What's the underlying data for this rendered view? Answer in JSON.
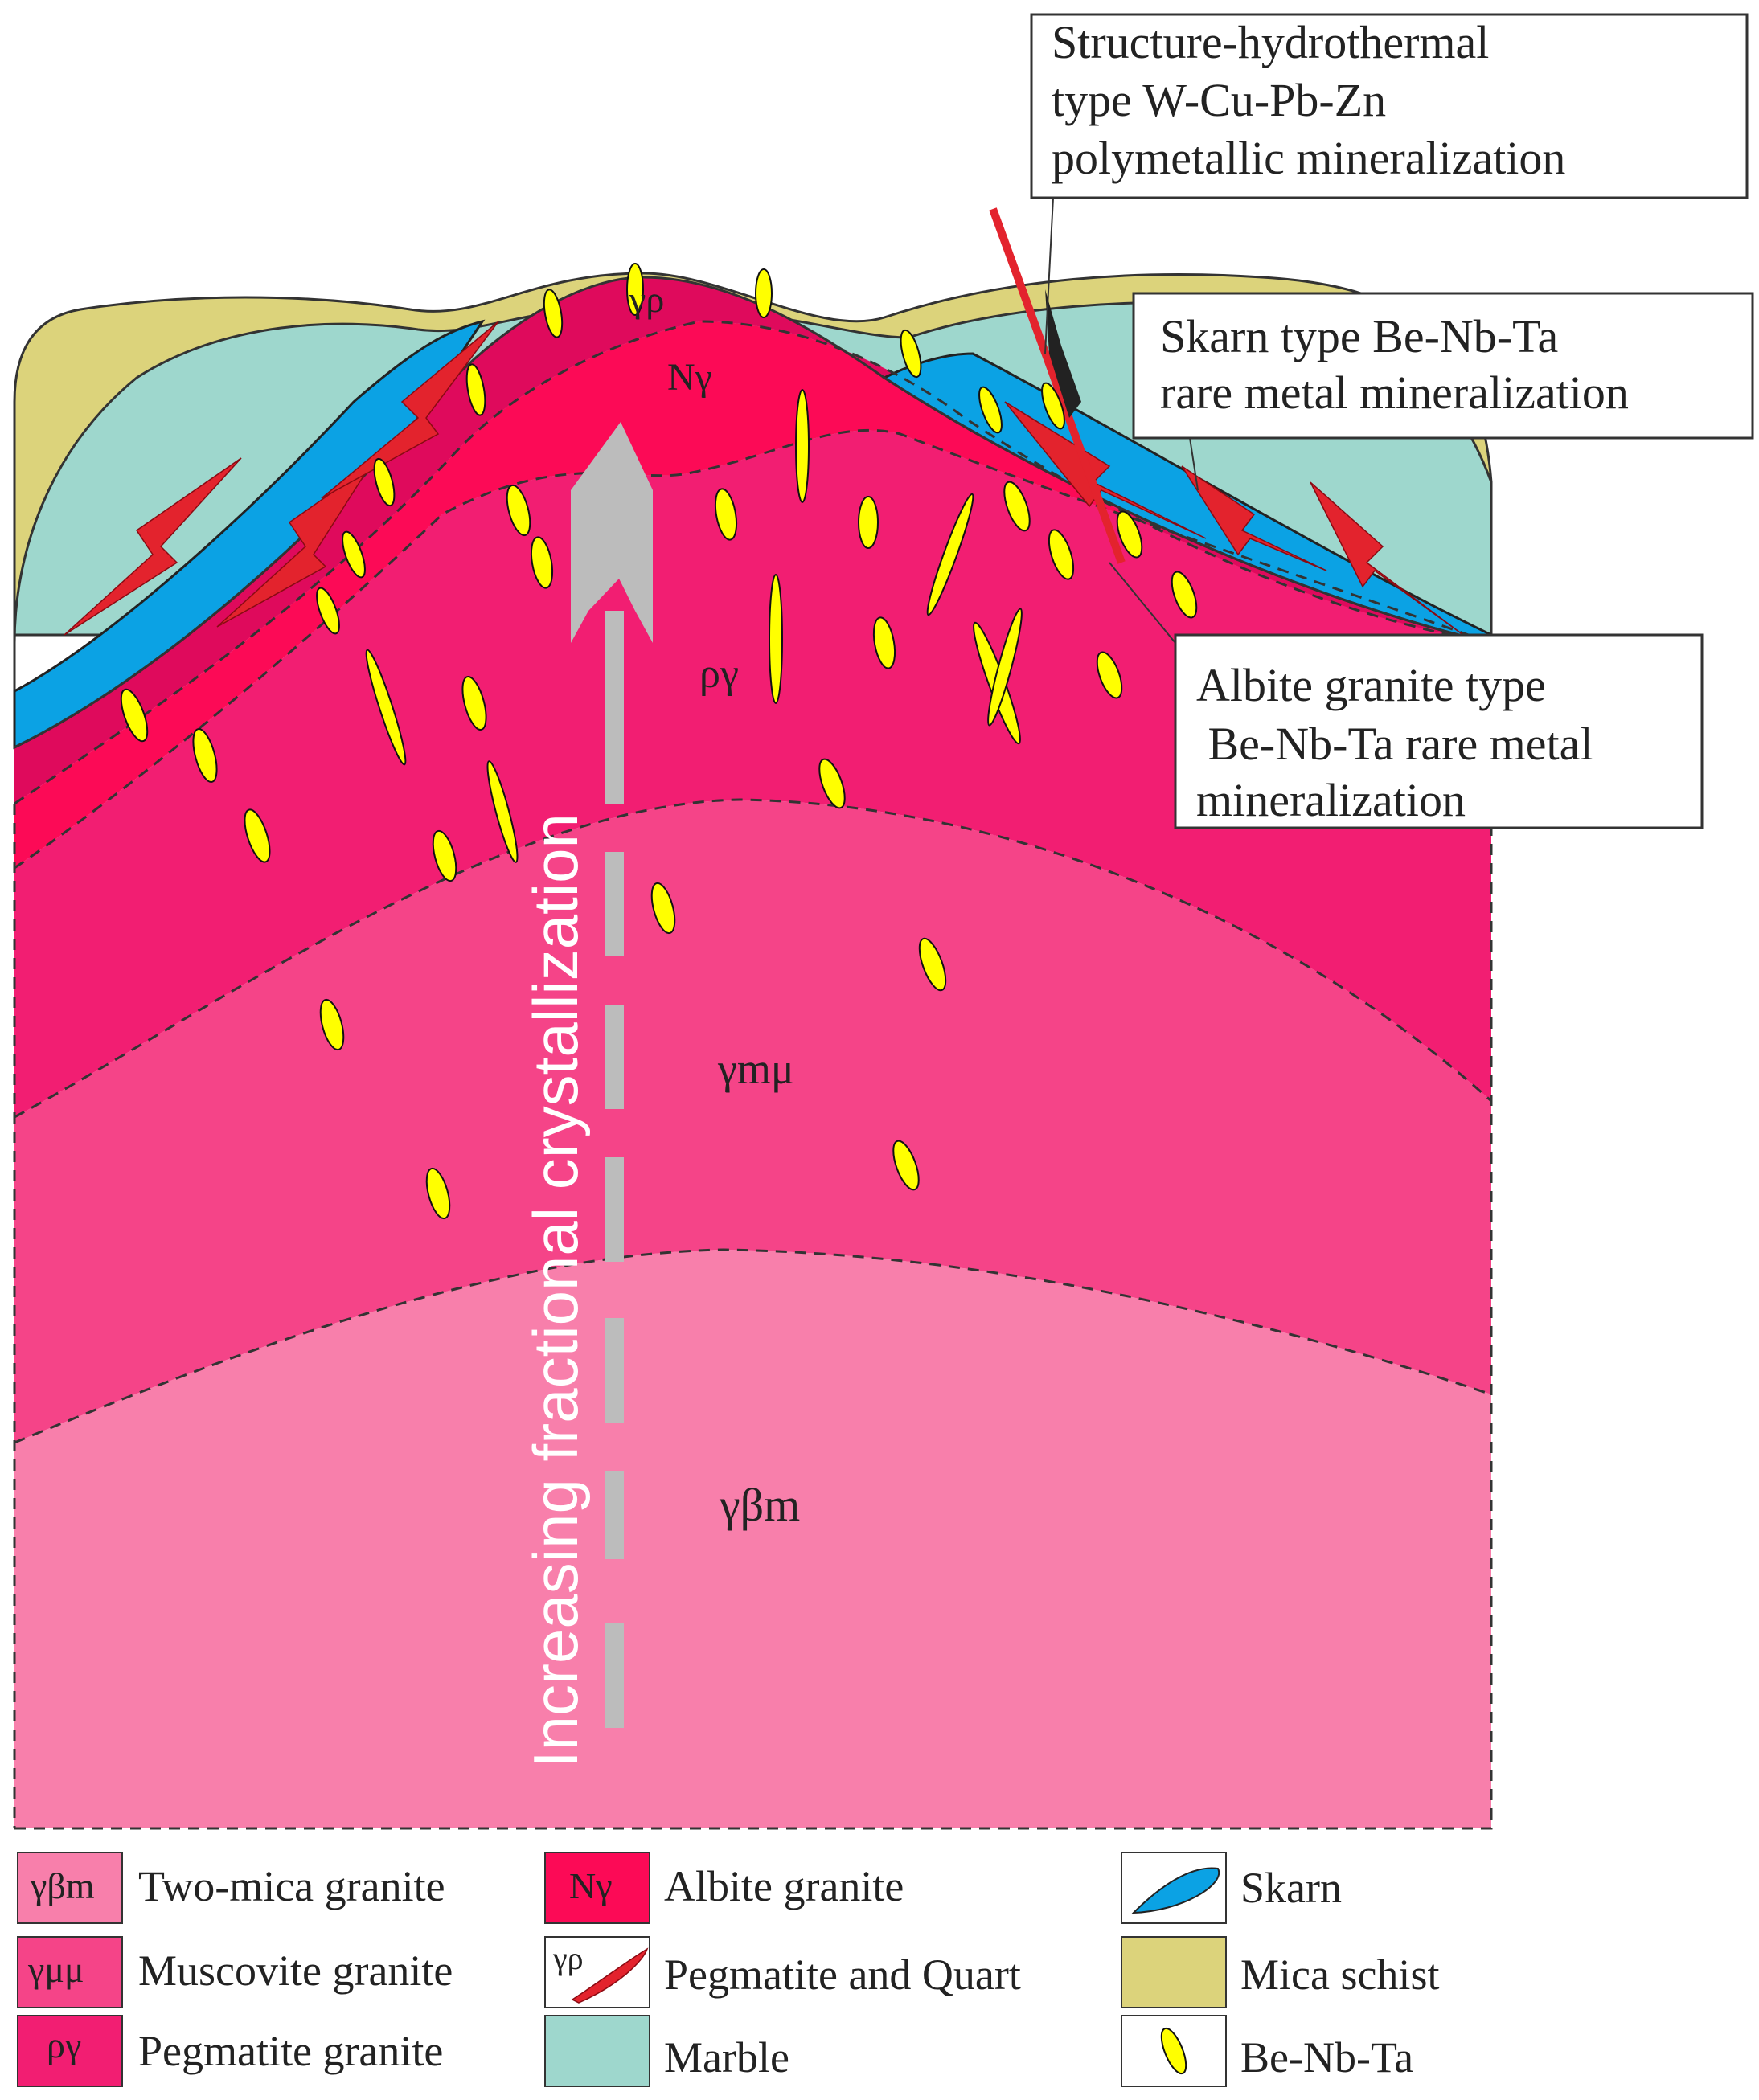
{
  "callouts": {
    "structure_hydrothermal": [
      "Structure-hydrothermal",
      "type W-Cu-Pb-Zn",
      "polymetallic mineralization"
    ],
    "skarn_type": [
      "Skarn type Be-Nb-Ta",
      "rare metal mineralization"
    ],
    "albite_granite_type": [
      "Albite granite type",
      " Be-Nb-Ta rare metal",
      "mineralization"
    ]
  },
  "unit_labels": {
    "pegmatite_quartz": "γρ",
    "albite_granite": "Nγ",
    "pegmatite_granite": "ργ",
    "muscovite_granite": "γmμ",
    "two_mica_granite": "γβm"
  },
  "arrow_label": "Increasing  fractional crystallization",
  "legend": [
    {
      "symbol": "γβm",
      "label": "Two-mica granite"
    },
    {
      "symbol": "Nγ",
      "label": "Albite granite"
    },
    {
      "symbol": "",
      "label": "Skarn"
    },
    {
      "symbol": "γμμ",
      "label": "Muscovite granite"
    },
    {
      "symbol": "γρ",
      "label": "Pegmatite and Quart"
    },
    {
      "symbol": "",
      "label": "Mica schist"
    },
    {
      "symbol": "ργ",
      "label": "Pegmatite granite"
    },
    {
      "symbol": "",
      "label": "Marble"
    },
    {
      "symbol": "",
      "label": "Be-Nb-Ta"
    }
  ],
  "colors": {
    "two_mica_granite": "#f87fab",
    "muscovite_granite": "#f54488",
    "pegmatite_granite": "#f21e72",
    "albite_granite": "#fc0a56",
    "pegmatite_quartz_rim": "#df0a5c",
    "skarn": "#0ba2e4",
    "marble": "#9ed7cd",
    "mica_schist": "#dcd37b",
    "be_nb_ta": "#ffff00",
    "red_vein": "#e3232d",
    "arrow": "#bcbcbc"
  }
}
